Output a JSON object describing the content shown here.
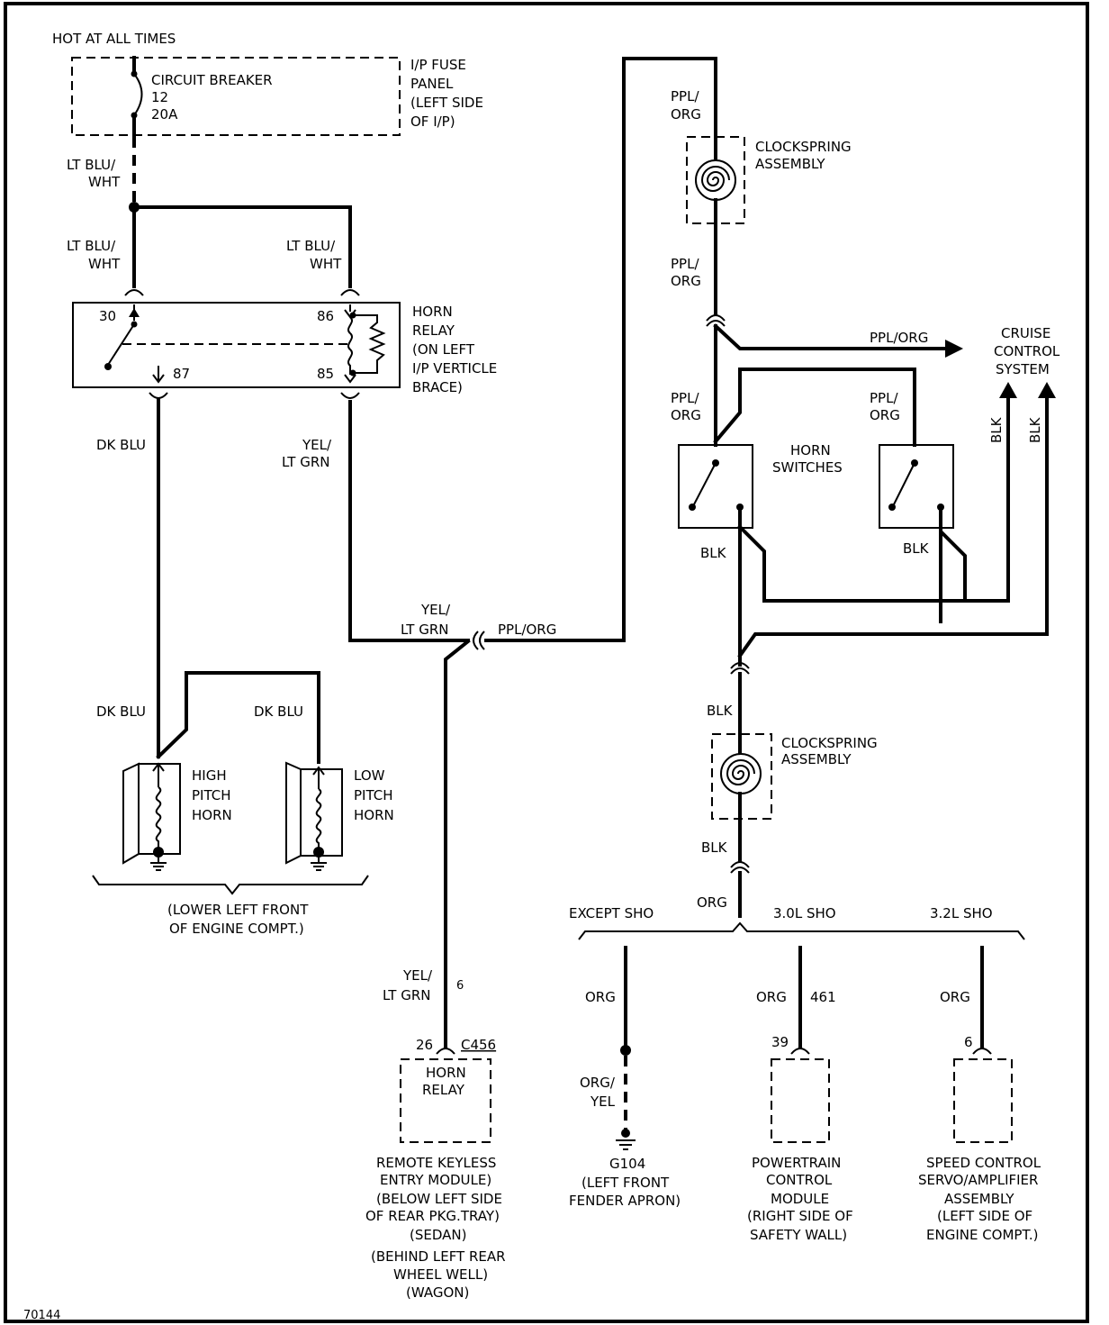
{
  "diagram_id": "70144",
  "power": {
    "label": "HOT AT ALL TIMES"
  },
  "circuit_breaker": {
    "line1": "CIRCUIT BREAKER",
    "line2": "12",
    "line3": "20A"
  },
  "fuse_panel": {
    "line1": "I/P FUSE",
    "line2": "PANEL",
    "line3": "(LEFT SIDE",
    "line4": "OF I/P)"
  },
  "wires": {
    "ltblu_wht_1_a": "LT BLU/",
    "ltblu_wht_1_b": "WHT",
    "ltblu_wht_2_a": "LT BLU/",
    "ltblu_wht_2_b": "WHT",
    "ltblu_wht_3_a": "LT BLU/",
    "ltblu_wht_3_b": "WHT",
    "dkblu_1": "DK BLU",
    "dkblu_2": "DK BLU",
    "dkblu_3": "DK BLU",
    "yel_ltgrn_1_a": "YEL/",
    "yel_ltgrn_1_b": "LT GRN",
    "yel_ltgrn_2_a": "YEL/",
    "yel_ltgrn_2_b": "LT GRN",
    "yel_ltgrn_3_a": "YEL/",
    "yel_ltgrn_3_b": "LT GRN",
    "ppl_org_splice": "PPL/ORG",
    "ppl_org_1_a": "PPL/",
    "ppl_org_1_b": "ORG",
    "ppl_org_2_a": "PPL/",
    "ppl_org_2_b": "ORG",
    "ppl_org_3_a": "PPL/",
    "ppl_org_3_b": "ORG",
    "ppl_org_4_a": "PPL/",
    "ppl_org_4_b": "ORG",
    "ppl_org_cruise": "PPL/ORG",
    "blk_sw1": "BLK",
    "blk_sw2": "BLK",
    "blk_v1": "BLK",
    "blk_v2": "BLK",
    "blk_lower1": "BLK",
    "blk_lower2": "BLK",
    "org_main": "ORG",
    "org_a": "ORG",
    "org_b": "ORG",
    "org_c": "ORG",
    "org_yel_a": "ORG/",
    "org_yel_b": "YEL",
    "circuit_6": "6",
    "circuit_461": "461"
  },
  "horn_relay": {
    "pin30": "30",
    "pin86": "86",
    "pin87": "87",
    "pin85": "85",
    "line1": "HORN",
    "line2": "RELAY",
    "line3": "(ON LEFT",
    "line4": "I/P VERTICLE",
    "line5": "BRACE)"
  },
  "horns": {
    "high": {
      "line1": "HIGH",
      "line2": "PITCH",
      "line3": "HORN"
    },
    "low": {
      "line1": "LOW",
      "line2": "PITCH",
      "line3": "HORN"
    },
    "location1": "(LOWER LEFT FRONT",
    "location2": "OF ENGINE COMPT.)"
  },
  "clockspring_upper": {
    "line1": "CLOCKSPRING",
    "line2": "ASSEMBLY"
  },
  "clockspring_lower": {
    "line1": "CLOCKSPRING",
    "line2": "ASSEMBLY"
  },
  "horn_switches": {
    "line1": "HORN",
    "line2": "SWITCHES"
  },
  "cruise": {
    "line1": "CRUISE",
    "line2": "CONTROL",
    "line3": "SYSTEM"
  },
  "variants": {
    "except_sho": "EXCEPT SHO",
    "sho30": "3.0L SHO",
    "sho32": "3.2L SHO"
  },
  "rke": {
    "pin": "26",
    "connector": "C456",
    "box1": "HORN",
    "box2": "RELAY",
    "line1": "REMOTE KEYLESS",
    "line2": "ENTRY MODULE)",
    "line3": "(BELOW LEFT SIDE",
    "line4": "OF REAR PKG.TRAY)",
    "line5": "(SEDAN)",
    "line6": "(BEHIND LEFT REAR",
    "line7": "WHEEL WELL)",
    "line8": "(WAGON)"
  },
  "ground": {
    "line1": "G104",
    "line2": "(LEFT FRONT",
    "line3": "FENDER APRON)"
  },
  "pcm": {
    "pin": "39",
    "line1": "POWERTRAIN",
    "line2": "CONTROL",
    "line3": "MODULE",
    "line4": "(RIGHT SIDE OF",
    "line5": "SAFETY WALL)"
  },
  "speed_control": {
    "pin": "6",
    "line1": "SPEED CONTROL",
    "line2": "SERVO/AMPLIFIER",
    "line3": "ASSEMBLY",
    "line4": "(LEFT SIDE OF",
    "line5": "ENGINE COMPT.)"
  }
}
